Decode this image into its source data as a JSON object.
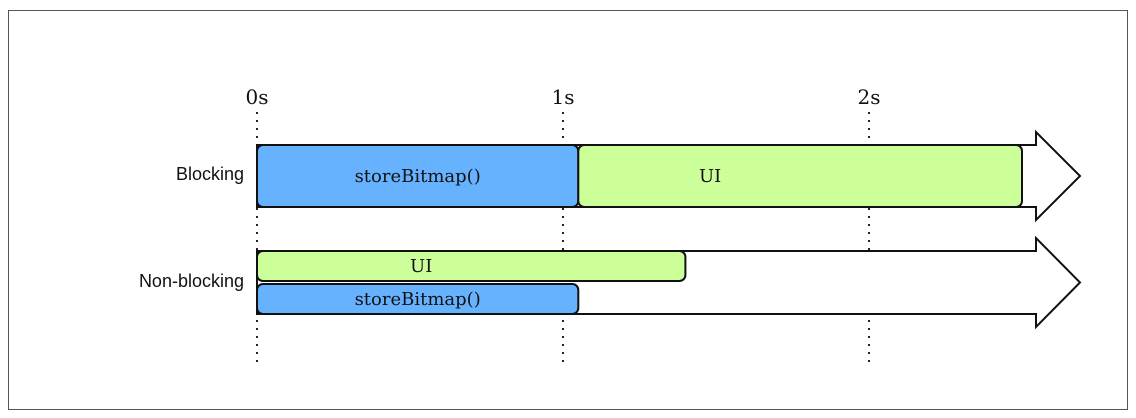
{
  "timeline": {
    "ticks": [
      {
        "label": "0s",
        "t": 0
      },
      {
        "label": "1s",
        "t": 1
      },
      {
        "label": "2s",
        "t": 2
      }
    ]
  },
  "rows": [
    {
      "label": "Blocking"
    },
    {
      "label": "Non-blocking"
    }
  ],
  "bars": {
    "blocking_store": {
      "label": "storeBitmap()",
      "start": 0,
      "end": 1.05
    },
    "blocking_ui": {
      "label": "UI",
      "start": 1.05,
      "end": 2.5
    },
    "nonblocking_ui": {
      "label": "UI",
      "start": 0,
      "end": 1.4
    },
    "nonblocking_store": {
      "label": "storeBitmap()",
      "start": 0,
      "end": 1.05
    }
  },
  "colors": {
    "store": "#66b2ff",
    "ui": "#ccff99",
    "stroke": "#111111",
    "arrow_fill": "#ffffff"
  }
}
